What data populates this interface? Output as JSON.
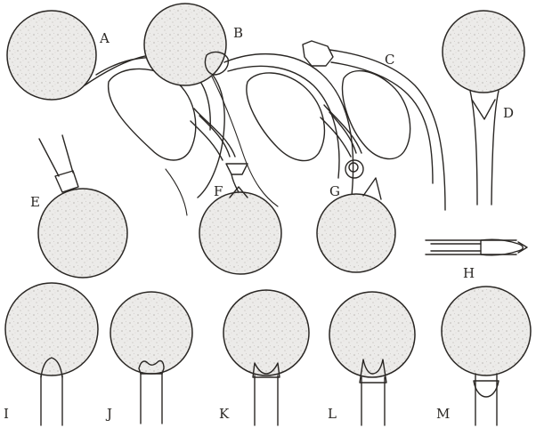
{
  "figure": {
    "labels": {
      "a": "A",
      "b": "B",
      "c": "C",
      "d": "D",
      "e": "E",
      "f": "F",
      "g": "G",
      "h": "H",
      "i": "I",
      "j": "J",
      "k": "K",
      "l": "L",
      "m": "M"
    },
    "colors": {
      "ink": "#2a2724",
      "paper": "#ffffff",
      "stipple": "#e9e8e6"
    }
  }
}
